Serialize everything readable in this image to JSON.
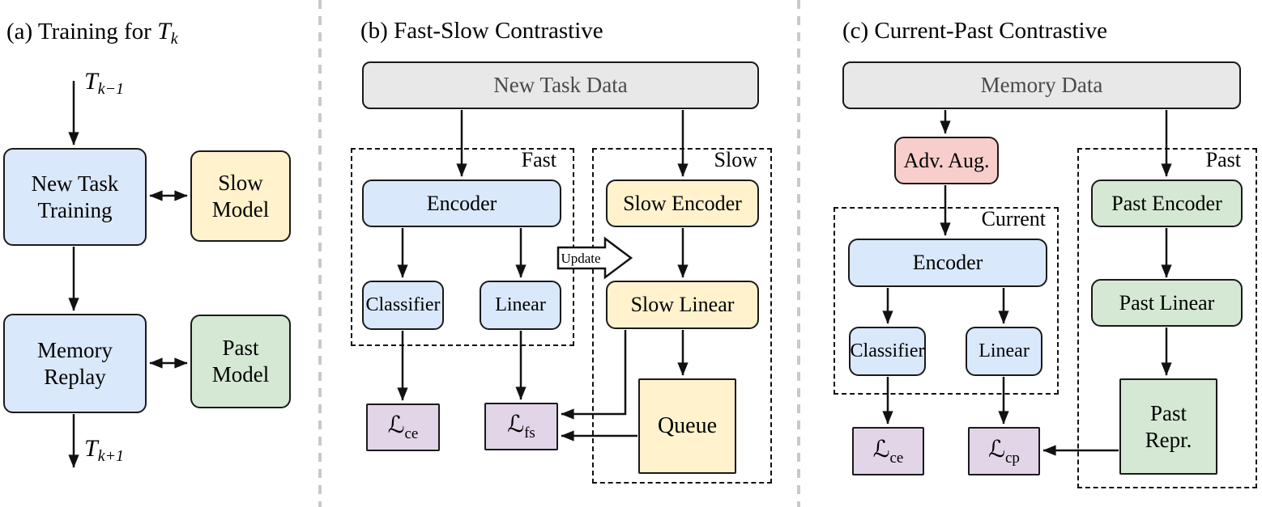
{
  "figure": {
    "panel_a": {
      "title_prefix": "(a) Training for ",
      "title_math": "T",
      "title_sub": "k",
      "input_math": "T",
      "input_sub": "k−1",
      "output_math": "T",
      "output_sub": "k+1",
      "boxes": {
        "new_task_training": "New Task\nTraining",
        "slow_model": "Slow\nModel",
        "memory_replay": "Memory\nReplay",
        "past_model": "Past\nModel"
      }
    },
    "panel_b": {
      "title": "(b) Fast-Slow Contrastive",
      "data_source": "New Task Data",
      "group_fast": "Fast",
      "group_slow": "Slow",
      "update_label": "Update",
      "boxes": {
        "encoder": "Encoder",
        "classifier": "Classifier",
        "linear": "Linear",
        "slow_encoder": "Slow Encoder",
        "slow_linear": "Slow Linear",
        "queue": "Queue"
      },
      "loss_ce": {
        "symbol": "ℒ",
        "sub": "ce"
      },
      "loss_fs": {
        "symbol": "ℒ",
        "sub": "fs"
      }
    },
    "panel_c": {
      "title": "(c) Current-Past Contrastive",
      "data_source": "Memory Data",
      "group_current": "Current",
      "group_past": "Past",
      "boxes": {
        "adv_aug": "Adv. Aug.",
        "encoder": "Encoder",
        "classifier": "Classifier",
        "linear": "Linear",
        "past_encoder": "Past Encoder",
        "past_linear": "Past Linear",
        "past_repr": "Past\nRepr."
      },
      "loss_ce": {
        "symbol": "ℒ",
        "sub": "ce"
      },
      "loss_cp": {
        "symbol": "ℒ",
        "sub": "cp"
      }
    },
    "colors": {
      "blue": "#dae8fc",
      "yellow": "#fff2cc",
      "green": "#d5e8d4",
      "pink": "#f8cecc",
      "purple": "#e1d5e7",
      "gray": "#e8e8e8",
      "gray_text": "#4a4a4a",
      "border": "#1a1a1a",
      "separator": "#c9c9c9"
    }
  }
}
